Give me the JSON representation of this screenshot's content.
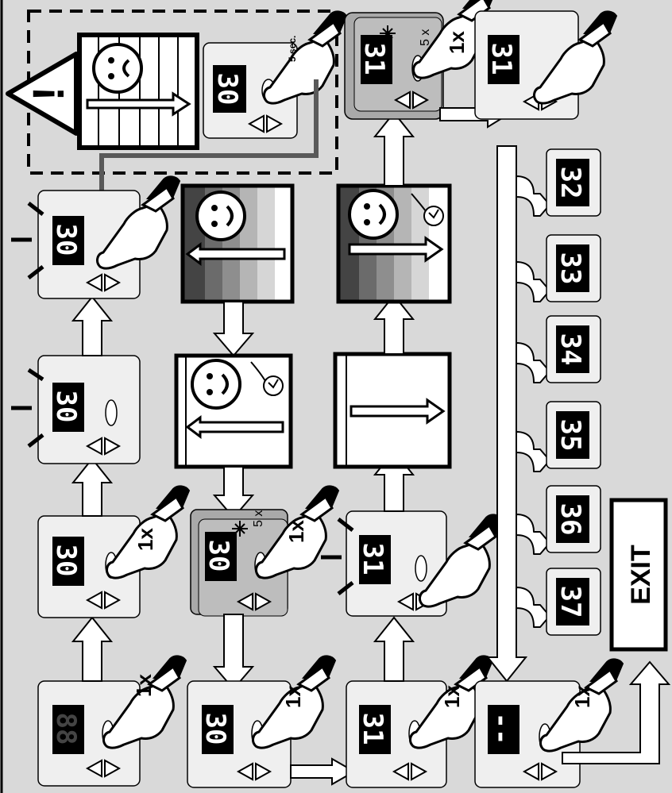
{
  "warning": {
    "sign": "!",
    "hold_time": "5 sec."
  },
  "press_count": "1x",
  "repeat_count": "5 x",
  "exit_label": "EXIT",
  "displays": {
    "start": "88",
    "step1": "30",
    "step2_flash": "30",
    "step2_top": "30",
    "step3_top": "30",
    "mid_blink": "30",
    "col2_bottom": "30",
    "col2_blink": "30",
    "col3_bottom": "31",
    "col3_flash": "31",
    "col3_top": "31",
    "col3_top_right": "31",
    "exit_menu": "--",
    "menu_items": [
      "32",
      "33",
      "34",
      "35",
      "36",
      "37"
    ]
  },
  "colors": {
    "background": "#d9d9d9",
    "panel": "#efefef",
    "panel_dark": "#a9a9a9",
    "connector": "#595959"
  }
}
